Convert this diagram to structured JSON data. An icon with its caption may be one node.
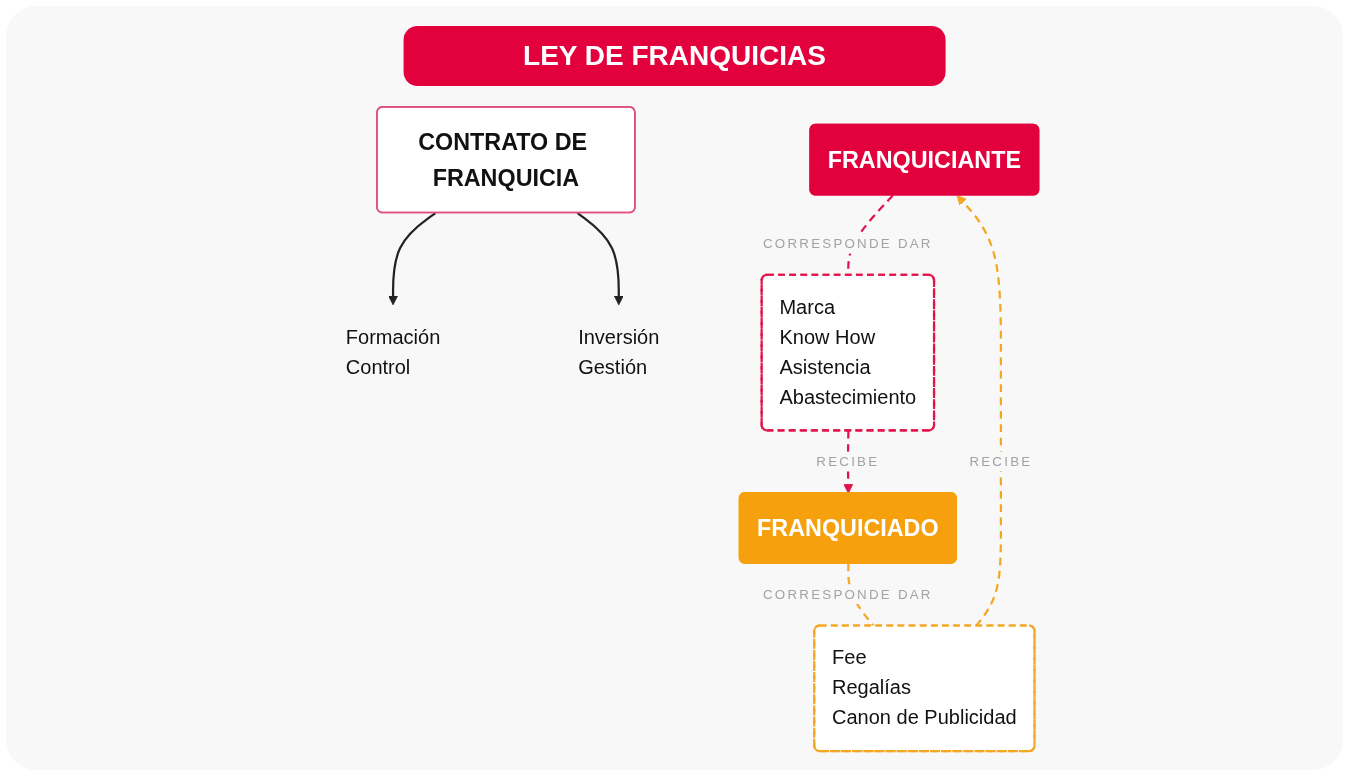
{
  "diagram": {
    "title": "LEY DE FRANQUICIAS",
    "nodes": [
      {
        "text": [
          "FRANQUICIANTE"
        ]
      },
      {
        "text": [
          "Formación",
          "Control"
        ]
      },
      {
        "text": [
          "Marca",
          "Know How",
          "Asistencia",
          "Abastecimiento"
        ]
      },
      {
        "text": [
          "Fee",
          "Regalías",
          "Canon de Publicidad"
        ]
      },
      {
        "text": [
          "CONTRATO DE FRANQUICIA"
        ]
      },
      {
        "text": [
          "FRANQUICIADO"
        ]
      },
      {
        "text": [
          "Inversión",
          "Gestión"
        ]
      }
    ],
    "edges": [
      {
        "from": 0,
        "to": 2,
        "arrow": "none",
        "label": "CORRESPONDE DAR",
        "style": "dashed",
        "color": "#e2134a"
      },
      {
        "from": 2,
        "to": 5,
        "arrow": "to",
        "label": "RECIBE",
        "style": "dashed",
        "color": "#e2134a"
      },
      {
        "from": 5,
        "to": 3,
        "arrow": "none",
        "label": "CORRESPONDE DAR",
        "style": "dashed",
        "color": "#f5a623"
      },
      {
        "from": 3,
        "to": 0,
        "arrow": "to",
        "label": "RECIBE",
        "style": "dashed",
        "color": "#f5a623"
      },
      {
        "from": 4,
        "to": 1,
        "arrow": "to",
        "color": "#222222"
      },
      {
        "from": 4,
        "to": 6,
        "arrow": "to",
        "color": "#222222"
      }
    ]
  }
}
